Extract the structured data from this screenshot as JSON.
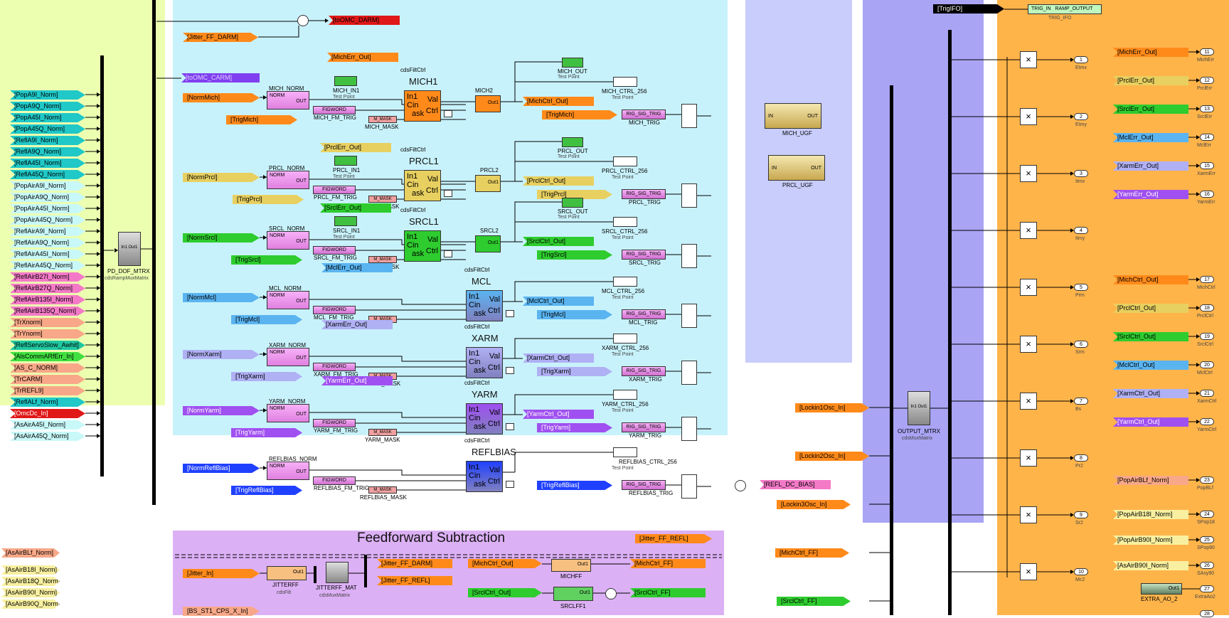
{
  "colors": {
    "lime_bg": "#ecffb0",
    "cyan_bg": "#c8f2fb",
    "lavender_bg": "#c8cdfb",
    "purple_bg": "#a9a4f4",
    "orange_bg": "#ffb44a",
    "violet_bg": "#dcb0f5",
    "mich": "#ff8a1a",
    "prcl": "#e8d060",
    "srcl": "#2ecc2e",
    "mcl": "#5ab4f0",
    "xarm": "#b0b0f5",
    "yarm": "#a050f0",
    "teal": "#20c8c8",
    "pink": "#f47ac8",
    "salmon": "#f8a888",
    "red": "#e01818",
    "blue": "#2040ff"
  },
  "left_inputs": [
    {
      "label": "[PopA9I_Norm]",
      "color": "#20c8c8"
    },
    {
      "label": "[PopA9Q_Norm]",
      "color": "#20c8c8"
    },
    {
      "label": "[PopA45I_Norm]",
      "color": "#20c8c8"
    },
    {
      "label": "[PopA45Q_Norm]",
      "color": "#20c8c8"
    },
    {
      "label": "[ReflA9I_Norm]",
      "color": "#20c8c8"
    },
    {
      "label": "[ReflA9Q_Norm]",
      "color": "#20c8c8"
    },
    {
      "label": "[ReflA45I_Norm]",
      "color": "#20c8c8"
    },
    {
      "label": "[ReflA45Q_Norm]",
      "color": "#20c8c8"
    },
    {
      "label": "[PopAirA9I_Norm]",
      "color": "#c8f8f8"
    },
    {
      "label": "[PopAirA9Q_Norm]",
      "color": "#c8f8f8"
    },
    {
      "label": "[PopAirA45I_Norm]",
      "color": "#c8f8f8"
    },
    {
      "label": "[PopAirA45Q_Norm]",
      "color": "#c8f8f8"
    },
    {
      "label": "[ReflAirA9I_Norm]",
      "color": "#c8f8f8"
    },
    {
      "label": "[ReflAirA9Q_Norm]",
      "color": "#c8f8f8"
    },
    {
      "label": "[ReflAirA45I_Norm]",
      "color": "#c8f8f8"
    },
    {
      "label": "[ReflAirA45Q_Norm]",
      "color": "#c8f8f8"
    },
    {
      "label": "[ReflAirB27I_Norm]",
      "color": "#f47ac8"
    },
    {
      "label": "[ReflAirB27Q_Norm]",
      "color": "#f47ac8"
    },
    {
      "label": "[ReflAirB135I_Norm]",
      "color": "#f47ac8"
    },
    {
      "label": "[ReflAirB135Q_Norm]",
      "color": "#f47ac8"
    },
    {
      "label": "[TrXnorm]",
      "color": "#f8a888"
    },
    {
      "label": "[TrYnorm]",
      "color": "#f8a888"
    },
    {
      "label": "[ReflServoSlow_Awhit]",
      "color": "#20c8a0"
    },
    {
      "label": "[AlsCommARfErr_In]",
      "color": "#40e040"
    },
    {
      "label": "[AS_C_NORM]",
      "color": "#f8a888"
    },
    {
      "label": "[TrCARM]",
      "color": "#f8a888"
    },
    {
      "label": "[TrREFL9]",
      "color": "#f8a888"
    },
    {
      "label": "[ReflALf_Norm]",
      "color": "#20c8c8"
    },
    {
      "label": "[OmcDc_In]",
      "color": "#e01818"
    },
    {
      "label": "[AsAirA45I_Norm]",
      "color": "#c8f8f8"
    },
    {
      "label": "[AsAirA45Q_Norm]",
      "color": "#c8f8f8"
    }
  ],
  "bottom_left_tags": [
    {
      "label": "[AsAirBLf_Norm]",
      "color": "#f8a888"
    },
    {
      "label": "[AsAirB18I_Norm]",
      "color": "#f8f0a0"
    },
    {
      "label": "[AsAirB18Q_Norm]",
      "color": "#f8f0a0"
    },
    {
      "label": "[AsAirB90I_Norm]",
      "color": "#f8f0a0"
    },
    {
      "label": "[AsAirB90Q_Norm]",
      "color": "#f8f0a0"
    }
  ],
  "top": {
    "jitter_ff_darm": "[Jitter_FF_DARM]",
    "to_omc_darm": "[toOMC_DARM]",
    "to_omc_carm": "[toOMC_CARM]",
    "trig_ifo": "[TrigIFO]",
    "trig_in": "TRIG_IN",
    "ramp_output": "RAMP_OUTPUT",
    "trig_ifo_label": "TRIG_IFO"
  },
  "pd_dof": {
    "name": "PD_DOF_MTRX",
    "sub": "cdsRampMuxMatrix",
    "ports": "In1 Out1"
  },
  "output_mtrx": {
    "name": "OUTPUT_MTRX",
    "sub": "cdsMuxMatrix",
    "ports": "In1 Out1"
  },
  "common": {
    "norm": "NORM",
    "out": "OUT",
    "test_point": "Test Point",
    "rig_sig_trig": "RIG_SIG_TRIG",
    "m_mask": "M_MASK",
    "figword": "FIGWORD",
    "cds_filt_ctrl": "cdsFiltCtrl",
    "in1": "In1",
    "cin": "Cin",
    "mask": "ask",
    "val": "Val",
    "ctrl": "Ctrl",
    "out1": "Out1",
    "in": "IN",
    "one": "1"
  },
  "dofs": [
    {
      "key": "mich",
      "title": "MICH1",
      "norm_tag": "[NormMich]",
      "norm": "MICH_NORM",
      "trig_tag": "[TrigMich]",
      "in1": "MICH_IN1",
      "fm_trig": "MICH_FM_TRIG",
      "mask": "MICH_MASK",
      "err": "[MichErr_Out]",
      "ctrl_tag": "[MichCtrl_Out]",
      "trig2": "[TrigMich]",
      "blk2": "MICH2",
      "out": "MICH_OUT",
      "ctrl256": "MICH_CTRL_256",
      "trig": "MICH_TRIG",
      "color": "#ff8a1a",
      "show_ctrl": false
    },
    {
      "key": "prcl",
      "title": "PRCL1",
      "norm_tag": "[NormPrcl]",
      "norm": "PRCL_NORM",
      "trig_tag": "[TrigPrcl]",
      "in1": "PRCL_IN1",
      "fm_trig": "PRCL_FM_TRIG",
      "mask": "PRCL_MASK",
      "err": "[PrclErr_Out]",
      "ctrl_tag": "[PrclCtrl_Out]",
      "trig2": "[TrigPrcl]",
      "blk2": "PRCL2",
      "out": "PRCL_OUT",
      "ctrl256": "PRCL_CTRL_256",
      "trig": "PRCL_TRIG",
      "color": "#e8d060",
      "show_ctrl": true
    },
    {
      "key": "srcl",
      "title": "SRCL1",
      "norm_tag": "[NormSrcl]",
      "norm": "SRCL_NORM",
      "trig_tag": "[TrigSrcl]",
      "in1": "SRCL_IN1",
      "fm_trig": "SRCL_FM_TRIG",
      "mask": "SRCL_MASK",
      "err": "[SrclErr_Out]",
      "ctrl_tag": "[SrclCtrl_Out]",
      "trig2": "[TrigSrcl]",
      "blk2": "SRCL2",
      "out": "SRCL_OUT",
      "ctrl256": "SRCL_CTRL_256",
      "trig": "SRCL_TRIG",
      "color": "#2ecc2e",
      "show_ctrl": true
    },
    {
      "key": "mcl",
      "title": "MCL",
      "norm_tag": "[NormMcl]",
      "norm": "MCL_NORM",
      "trig_tag": "[TrigMcl]",
      "in1": "",
      "fm_trig": "MCL_FM_TRIG",
      "mask": "",
      "err": "[MclErr_Out]",
      "ctrl_tag": "[MclCtrl_Out]",
      "trig2": "[TrigMcl]",
      "blk2": "",
      "out": "",
      "ctrl256": "MCL_CTRL_256",
      "trig": "MCL_TRIG",
      "color": "#5ab4f0",
      "show_ctrl": true
    },
    {
      "key": "xarm",
      "title": "XARM",
      "norm_tag": "[NormXarm]",
      "norm": "XARM_NORM",
      "trig_tag": "[TrigXarm]",
      "in1": "",
      "fm_trig": "XARM_FM_TRIG",
      "mask": "XARM_MASK",
      "err": "[XarmErr_Out]",
      "ctrl_tag": "[XarmCtrl_Out]",
      "trig2": "[TrigXarm]",
      "blk2": "",
      "out": "",
      "ctrl256": "XARM_CTRL_256",
      "trig": "XARM_TRIG",
      "color": "#b0b0f5",
      "show_ctrl": true
    },
    {
      "key": "yarm",
      "title": "YARM",
      "norm_tag": "[NormYarm]",
      "norm": "YARM_NORM",
      "trig_tag": "[TrigYarm]",
      "in1": "",
      "fm_trig": "YARM_FM_TRIG",
      "mask": "YARM_MASK",
      "err": "[YarmErr_Out]",
      "ctrl_tag": "[YarmCtrl_Out]",
      "trig2": "[TrigYarm]",
      "blk2": "",
      "out": "",
      "ctrl256": "YARM_CTRL_256",
      "trig": "YARM_TRIG",
      "color": "#a050f0",
      "show_ctrl": true
    },
    {
      "key": "reflbias",
      "title": "REFLBIAS",
      "norm_tag": "[NormReflBias]",
      "norm": "REFLBIAS_NORM",
      "trig_tag": "[TrigReflBias]",
      "in1": "",
      "fm_trig": "REFLBIAS_FM_TRIG",
      "mask": "REFLBIAS_MASK",
      "err": "",
      "ctrl_tag": "",
      "trig2": "[TrigReflBias]",
      "blk2": "",
      "out": "",
      "ctrl256": "REFLBIAS_CTRL_256",
      "trig": "REFLBIAS_TRIG",
      "color": "#2040ff",
      "show_ctrl": true
    }
  ],
  "ugf": [
    {
      "name": "MICH_UGF"
    },
    {
      "name": "PRCL_UGF"
    }
  ],
  "right_mid": {
    "refl_dc_bias": "[REFL_DC_BIAS]",
    "lockin1": "[Lockin1Osc_In]",
    "lockin2": "[Lockin2Osc_In]",
    "lockin3": "[Lockin3Osc_In]",
    "jitter_ff_refl": "[Jitter_FF_REFL]",
    "michctrl_ff": "[MichCtrl_FF]",
    "srclctrl_ff": "[SrclCtrl_FF]"
  },
  "mux_outputs": [
    {
      "num": "1",
      "name": "Etmx"
    },
    {
      "num": "2",
      "name": "Etmy"
    },
    {
      "num": "3",
      "name": "Itmx"
    },
    {
      "num": "4",
      "name": "Itmy"
    },
    {
      "num": "5",
      "name": "Prm"
    },
    {
      "num": "6",
      "name": "Srm"
    },
    {
      "num": "7",
      "name": "Bs"
    },
    {
      "num": "8",
      "name": "Pr2"
    },
    {
      "num": "9",
      "name": "Sr2"
    },
    {
      "num": "10",
      "name": "Mc2"
    }
  ],
  "right_outputs": [
    {
      "tag": "[MichErr_Out]",
      "num": "11",
      "name": "MichErr",
      "color": "#ff8a1a"
    },
    {
      "tag": "[PrclErr_Out]",
      "num": "12",
      "name": "PrclErr",
      "color": "#e8d060"
    },
    {
      "tag": "[SrclErr_Out]",
      "num": "13",
      "name": "SrclErr",
      "color": "#2ecc2e"
    },
    {
      "tag": "[MclErr_Out]",
      "num": "14",
      "name": "MclErr",
      "color": "#5ab4f0"
    },
    {
      "tag": "[XarmErr_Out]",
      "num": "15",
      "name": "XarmErr",
      "color": "#b0b0f5"
    },
    {
      "tag": "[YarmErr_Out]",
      "num": "16",
      "name": "YarmErr",
      "color": "#a050f0"
    },
    {
      "tag": "[MichCtrl_Out]",
      "num": "17",
      "name": "MichCtrl",
      "color": "#ff8a1a"
    },
    {
      "tag": "[PrclCtrl_Out]",
      "num": "18",
      "name": "PrclCtrl",
      "color": "#e8d060"
    },
    {
      "tag": "[SrclCtrl_Out]",
      "num": "19",
      "name": "SrclCtrl",
      "color": "#2ecc2e"
    },
    {
      "tag": "[MclCtrl_Out]",
      "num": "20",
      "name": "MclCtrl",
      "color": "#5ab4f0"
    },
    {
      "tag": "[XarmCtrl_Out]",
      "num": "21",
      "name": "XarmCtrl",
      "color": "#b0b0f5"
    },
    {
      "tag": "[YarmCtrl_Out]",
      "num": "22",
      "name": "YarmCtrl",
      "color": "#a050f0"
    },
    {
      "tag": "[PopAirBLf_Norm]",
      "num": "23",
      "name": "PopBLf",
      "color": "#f8a888"
    },
    {
      "tag": "[PopAirB18I_Norm]",
      "num": "24",
      "name": "SPop18",
      "color": "#f8f0a0"
    },
    {
      "tag": "[PopAirB90I_Norm]",
      "num": "25",
      "name": "SPop90",
      "color": "#f8f0a0"
    },
    {
      "tag": "[AsAirB90I_Norm]",
      "num": "26",
      "name": "SAsy90",
      "color": "#f8f0a0"
    }
  ],
  "extra": {
    "block": "EXTRA_AO_2",
    "num": "27",
    "name": "ExtraAo2",
    "num2": "28"
  },
  "feedforward": {
    "title": "Feedforward Subtraction",
    "jitter_in": "[Jitter_In]",
    "jitterff": "JITTERFF",
    "cdsfilt": "cdsFilt",
    "jitterff_mat": "JITTERFF_MAT",
    "cdsmux": "cdsMuxMatrix",
    "jff_darm": "[Jitter_FF_DARM]",
    "jff_refl": "[Jitter_FF_REFL]",
    "michctrl_out": "[MichCtrl_Out]",
    "michff": "MICHFF",
    "michctrl_ff": "[MichCtrl_FF]",
    "srclctrl_out": "[SrclCtrl_Out]",
    "srclff1": "SRCLFF1",
    "srclctrl_ff": "[SrclCtrl_FF]",
    "bs_tag": "[BS_ST1_CPS_X_In]"
  }
}
